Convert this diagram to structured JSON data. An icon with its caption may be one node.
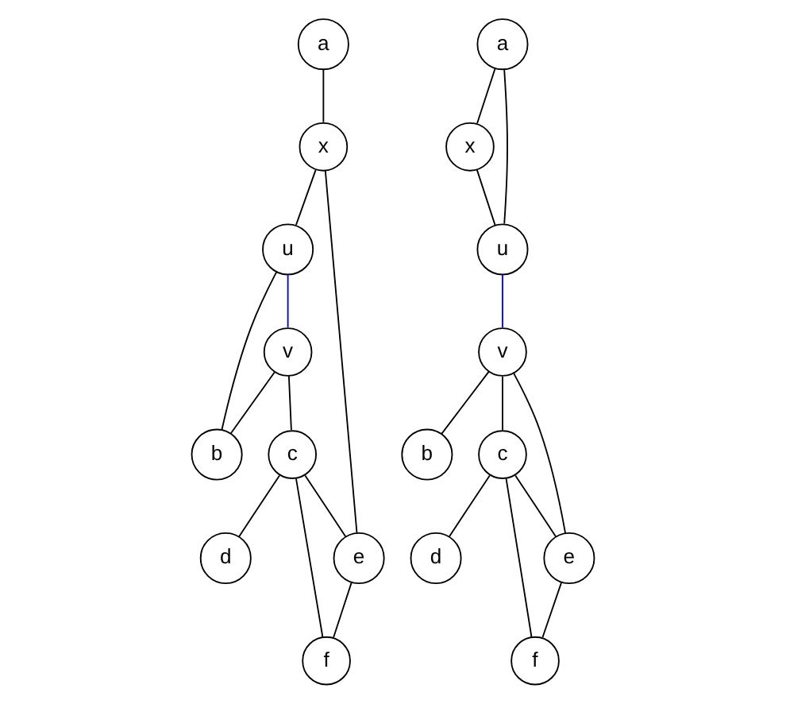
{
  "diagram": {
    "nodes": [
      {
        "text": [
          "a"
        ]
      },
      {
        "text": [
          "x"
        ]
      },
      {
        "text": [
          "u"
        ]
      },
      {
        "text": [
          "v"
        ]
      },
      {
        "text": [
          "b"
        ]
      },
      {
        "text": [
          "c"
        ]
      },
      {
        "text": [
          "d"
        ]
      },
      {
        "text": [
          "e"
        ]
      },
      {
        "text": [
          "f"
        ]
      },
      {
        "text": [
          "a"
        ]
      },
      {
        "text": [
          "x"
        ]
      },
      {
        "text": [
          "u"
        ]
      },
      {
        "text": [
          "v"
        ]
      },
      {
        "text": [
          "b"
        ]
      },
      {
        "text": [
          "c"
        ]
      },
      {
        "text": [
          "d"
        ]
      },
      {
        "text": [
          "e"
        ]
      },
      {
        "text": [
          "f"
        ]
      }
    ],
    "edges": [
      {
        "from": 0,
        "to": 1,
        "arrow": "none"
      },
      {
        "from": 1,
        "to": 2,
        "arrow": "none"
      },
      {
        "from": 1,
        "to": 7,
        "arrow": "none"
      },
      {
        "from": 2,
        "to": 3,
        "arrow": "none",
        "color": "#0000ff"
      },
      {
        "from": 2,
        "to": 4,
        "arrow": "none"
      },
      {
        "from": 3,
        "to": 4,
        "arrow": "none"
      },
      {
        "from": 3,
        "to": 5,
        "arrow": "none"
      },
      {
        "from": 5,
        "to": 6,
        "arrow": "none"
      },
      {
        "from": 5,
        "to": 7,
        "arrow": "none"
      },
      {
        "from": 5,
        "to": 8,
        "arrow": "none"
      },
      {
        "from": 7,
        "to": 8,
        "arrow": "none"
      },
      {
        "from": 9,
        "to": 10,
        "arrow": "none"
      },
      {
        "from": 10,
        "to": 11,
        "arrow": "none"
      },
      {
        "from": 9,
        "to": 11,
        "arrow": "none"
      },
      {
        "from": 11,
        "to": 12,
        "arrow": "none",
        "color": "#0000ff"
      },
      {
        "from": 12,
        "to": 13,
        "arrow": "none"
      },
      {
        "from": 12,
        "to": 14,
        "arrow": "none"
      },
      {
        "from": 12,
        "to": 16,
        "arrow": "none"
      },
      {
        "from": 14,
        "to": 15,
        "arrow": "none"
      },
      {
        "from": 14,
        "to": 16,
        "arrow": "none"
      },
      {
        "from": 14,
        "to": 17,
        "arrow": "none"
      },
      {
        "from": 16,
        "to": 17,
        "arrow": "none"
      }
    ]
  }
}
